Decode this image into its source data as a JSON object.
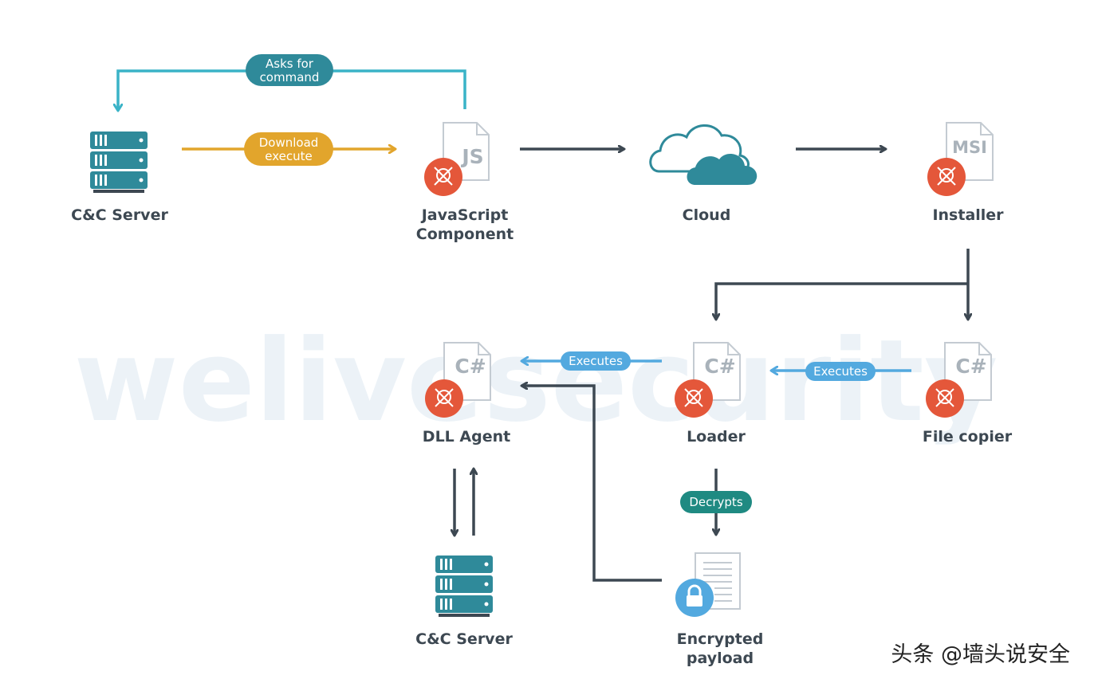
{
  "watermark": "welivesecurity",
  "credit": "头条 @墙头说安全",
  "colors": {
    "teal": "#2f8a9a",
    "cyan": "#3ab3c7",
    "gold": "#e2a52c",
    "dark": "#3d4852",
    "blue": "#53a9df",
    "red": "#e4573a",
    "green": "#1f8a82",
    "doc": "#c4cbd2"
  },
  "nodes": {
    "cc_server_top": {
      "label": "C&C Server",
      "icon": "server-icon"
    },
    "js_component": {
      "label_1": "JavaScript",
      "label_2": "Component",
      "doc_text": "JS",
      "icon": "js-file-icon"
    },
    "cloud": {
      "label": "Cloud",
      "icon": "cloud-icon"
    },
    "installer": {
      "label": "Installer",
      "doc_text": "MSI",
      "icon": "msi-file-icon"
    },
    "loader": {
      "label": "Loader",
      "doc_text": "C#",
      "icon": "csharp-file-icon"
    },
    "file_copier": {
      "label": "File copier",
      "doc_text": "C#",
      "icon": "csharp-file-icon"
    },
    "dll_agent": {
      "label": "DLL Agent",
      "doc_text": "C#",
      "icon": "csharp-file-icon"
    },
    "cc_server_bottom": {
      "label": "C&C Server",
      "icon": "server-icon"
    },
    "encrypted_payload": {
      "label_1": "Encrypted",
      "label_2": "payload",
      "icon": "lock-document-icon"
    }
  },
  "edges": {
    "asks_for_command": {
      "line_1": "Asks for",
      "line_2": "command"
    },
    "download_execute": {
      "line_1": "Download",
      "line_2": "execute"
    },
    "executes_loader_to_agent": {
      "text": "Executes"
    },
    "executes_copier_to_loader": {
      "text": "Executes"
    },
    "decrypts": {
      "text": "Decrypts"
    }
  }
}
